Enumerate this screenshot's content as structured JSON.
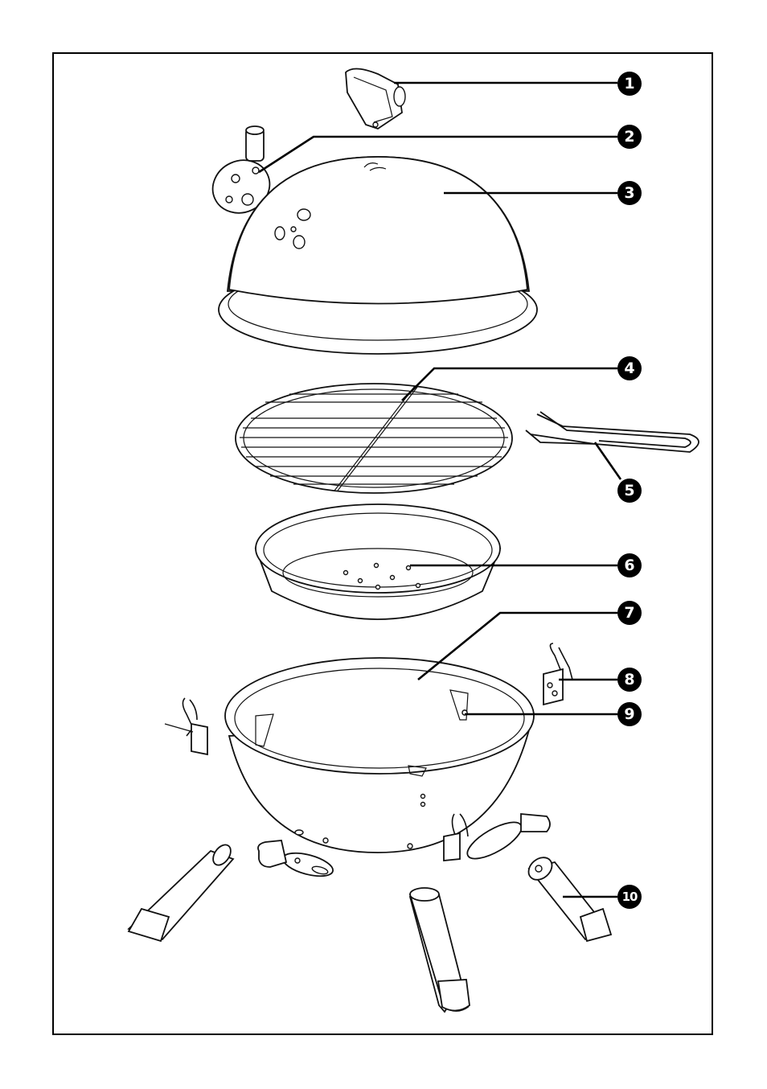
{
  "diagram": {
    "callouts": [
      {
        "id": "1",
        "label": "1"
      },
      {
        "id": "2",
        "label": "2"
      },
      {
        "id": "3",
        "label": "3"
      },
      {
        "id": "4",
        "label": "4"
      },
      {
        "id": "5",
        "label": "5"
      },
      {
        "id": "6",
        "label": "6"
      },
      {
        "id": "7",
        "label": "7"
      },
      {
        "id": "8",
        "label": "8"
      },
      {
        "id": "9",
        "label": "9"
      },
      {
        "id": "10",
        "label": "10"
      }
    ],
    "colors": {
      "line": "#111111",
      "badge": "#000000",
      "background": "#ffffff"
    }
  }
}
